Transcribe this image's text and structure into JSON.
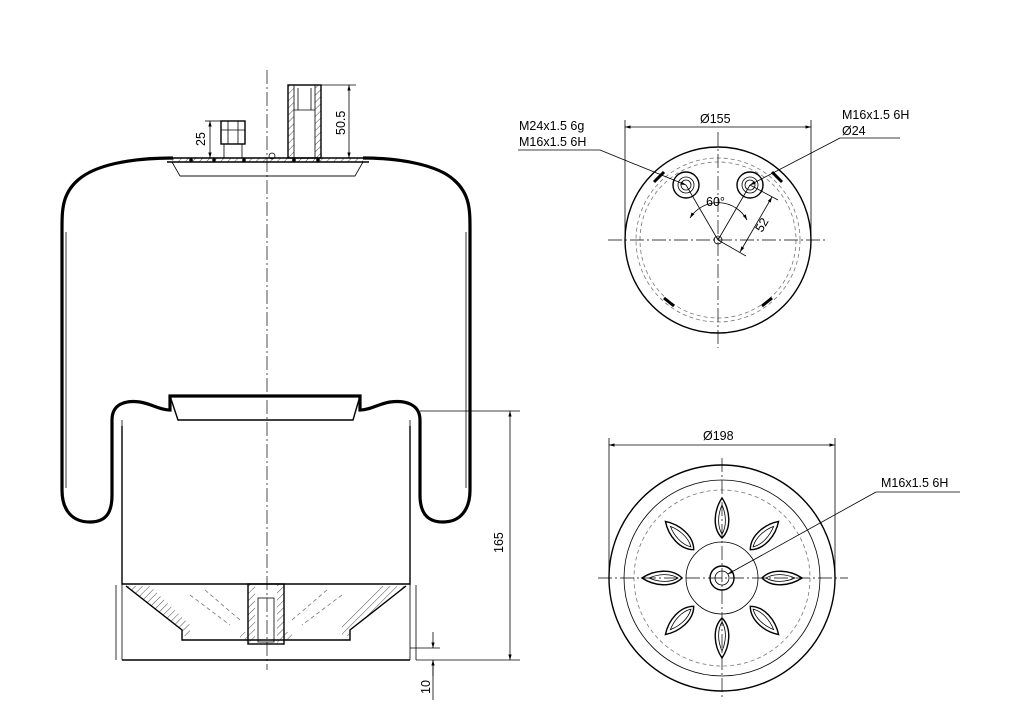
{
  "side_view": {
    "dim_top_stud": "50.5",
    "dim_small_fitting": "25",
    "dim_height": "165",
    "dim_bottom": "10"
  },
  "top_view": {
    "diameter": "Ø155",
    "left_thread_1": "M24x1.5 6g",
    "left_thread_2": "M16x1.5 6H",
    "right_thread": "M16x1.5 6H",
    "right_diameter": "Ø24",
    "angle": "60°",
    "offset": "52"
  },
  "bottom_view": {
    "diameter": "Ø198",
    "thread": "M16x1.5 6H"
  }
}
